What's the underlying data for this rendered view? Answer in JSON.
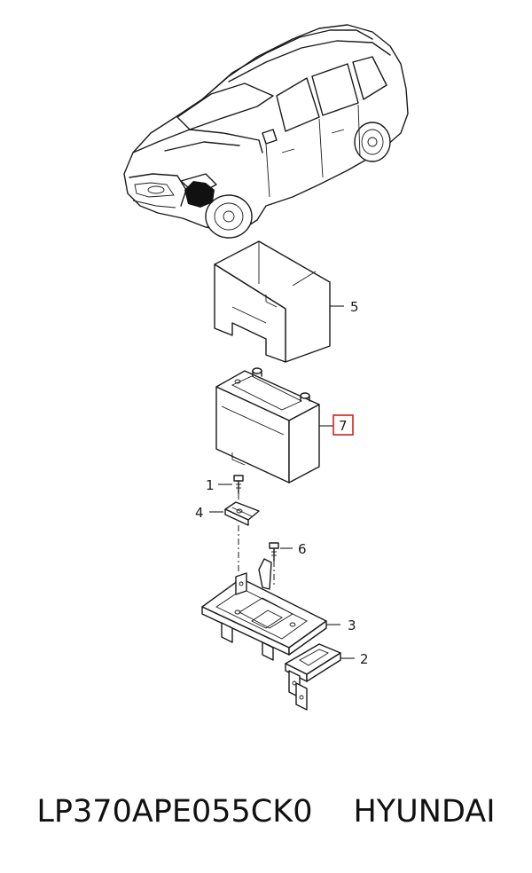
{
  "callouts": {
    "c1": "1",
    "c2": "2",
    "c3": "3",
    "c4": "4",
    "c5": "5",
    "c6": "6",
    "c7": "7"
  },
  "highlight": {
    "part": "7",
    "color": "#d21f1f"
  },
  "caption": {
    "part_number": "LP370APE055CK0",
    "brand": "HYUNDAI"
  }
}
